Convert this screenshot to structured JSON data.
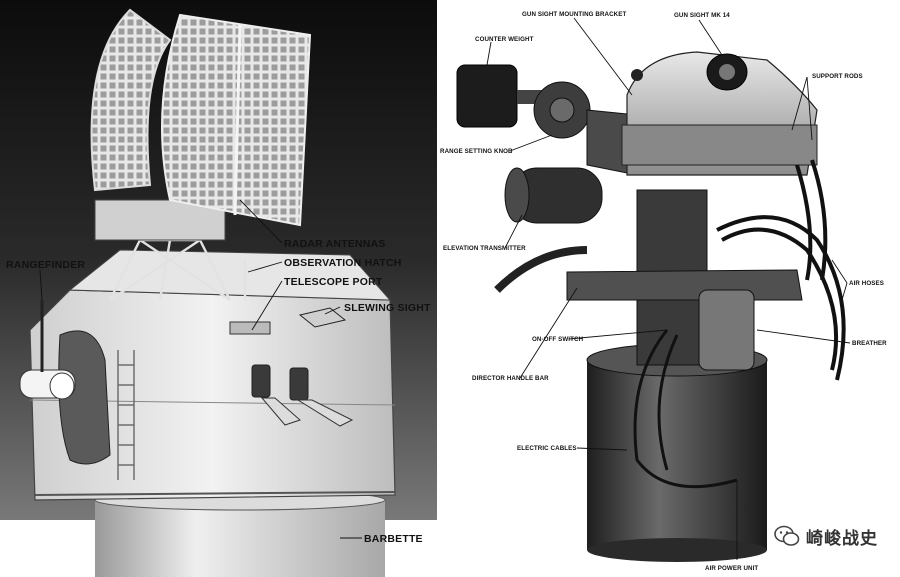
{
  "left_labels": {
    "radar_antennas": "RADAR ANTENNAS",
    "observation_hatch": "OBSERVATION HATCH",
    "telescope_port": "TELESCOPE PORT",
    "slewing_sight": "SLEWING SIGHT",
    "rangefinder": "RANGEFINDER",
    "barbette": "BARBETTE"
  },
  "right_labels": {
    "gun_sight_mounting_bracket": "GUN SIGHT MOUNTING BRACKET",
    "gun_sight_mk14": "GUN SIGHT MK 14",
    "counter_weight": "COUNTER WEIGHT",
    "support_rods": "SUPPORT RODS",
    "range_setting_knob": "RANGE SETTING KNOB",
    "elevation_transmitter": "ELEVATION TRANSMITTER",
    "air_hoses": "AIR HOSES",
    "on_off_switch": "ON-OFF SWITCH",
    "breather": "BREATHER",
    "director_handle_bar": "DIRECTOR HANDLE BAR",
    "electric_cables": "ELECTRIC CABLES",
    "air_power_unit": "AIR POWER UNIT"
  },
  "watermark": {
    "text": "崎峻战史"
  }
}
